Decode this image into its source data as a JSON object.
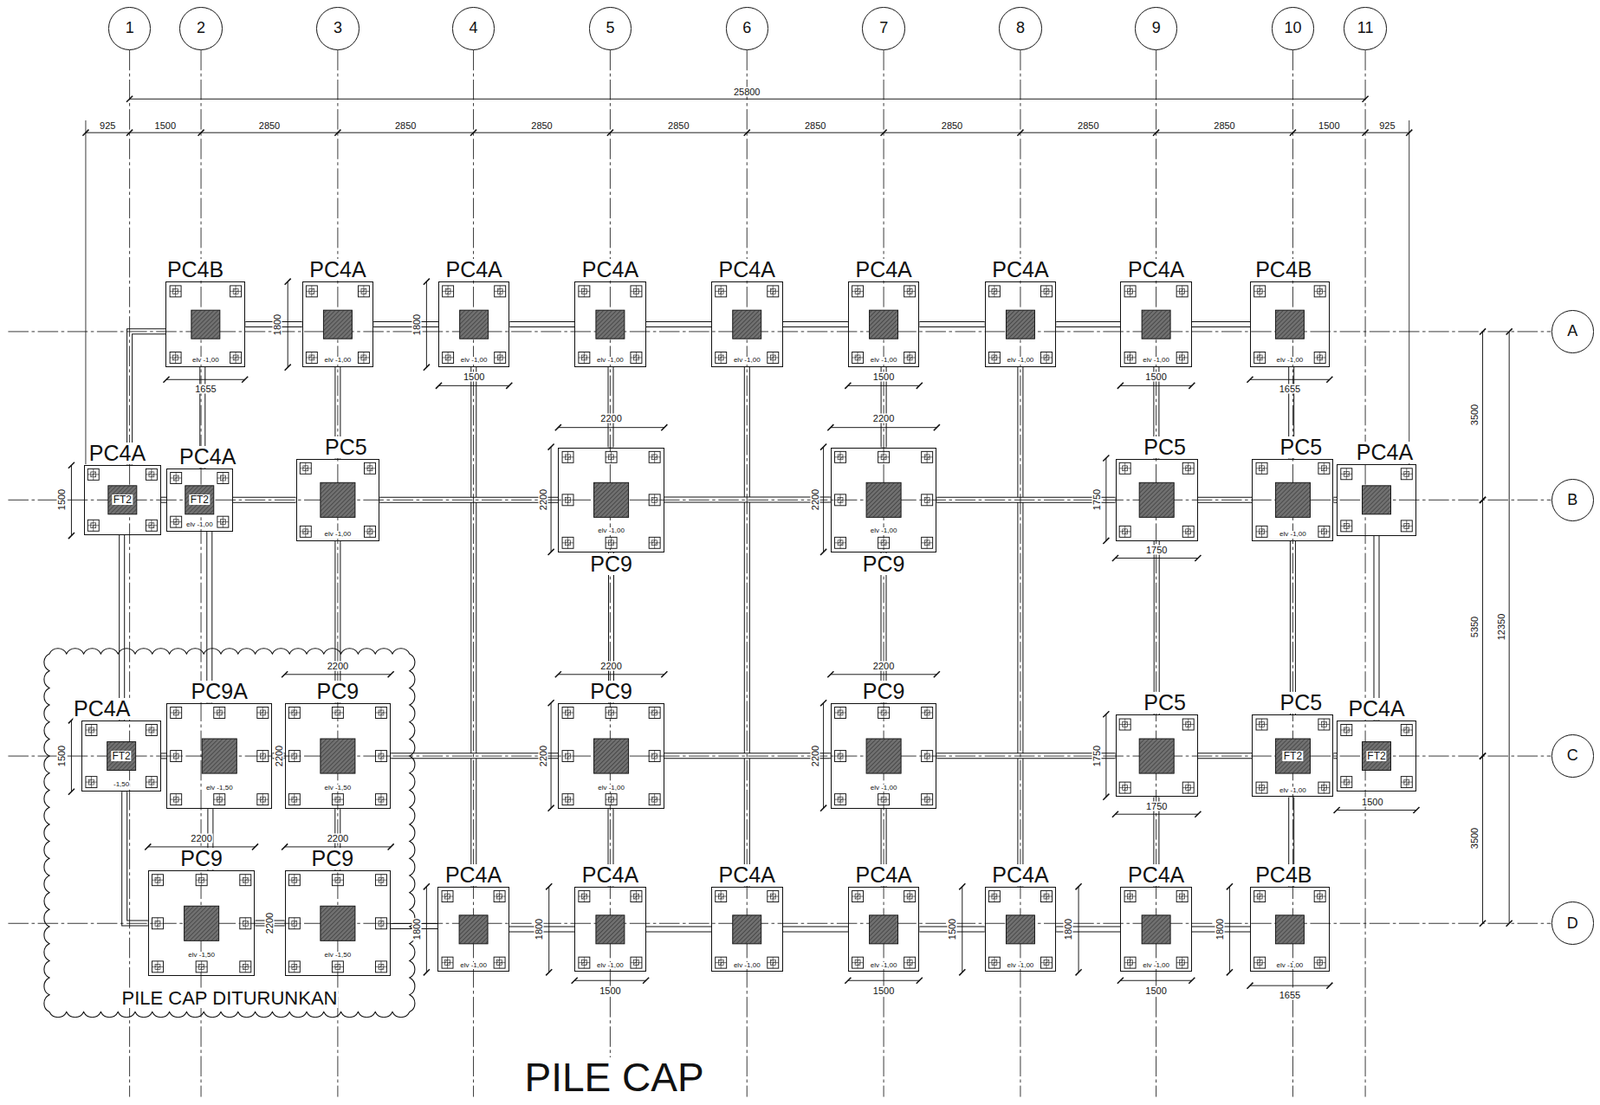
{
  "diagram": {
    "title": "PILE CAP",
    "nodes": [
      {
        "text": [
          "1"
        ]
      },
      {
        "text": [
          "2"
        ]
      },
      {
        "text": [
          "3"
        ]
      },
      {
        "text": [
          "4"
        ]
      },
      {
        "text": [
          "5"
        ]
      },
      {
        "text": [
          "6"
        ]
      },
      {
        "text": [
          "7"
        ]
      },
      {
        "text": [
          "8"
        ]
      },
      {
        "text": [
          "9"
        ]
      },
      {
        "text": [
          "10"
        ]
      },
      {
        "text": [
          "11"
        ]
      },
      {
        "text": [
          "A"
        ]
      },
      {
        "text": [
          "B"
        ]
      },
      {
        "text": [
          "C"
        ]
      },
      {
        "text": [
          "D"
        ]
      },
      {
        "text": [
          "PC4B",
          "elv -1,00"
        ]
      },
      {
        "text": [
          "PC4A",
          "elv -1,00"
        ]
      },
      {
        "text": [
          "PC4A",
          "elv -1,00"
        ]
      },
      {
        "text": [
          "PC4A",
          "elv -1,00"
        ]
      },
      {
        "text": [
          "PC4A",
          "elv -1,00"
        ]
      },
      {
        "text": [
          "PC4A",
          "elv -1,00"
        ]
      },
      {
        "text": [
          "PC4A",
          "elv -1,00"
        ]
      },
      {
        "text": [
          "PC4A",
          "elv -1,00"
        ]
      },
      {
        "text": [
          "PC4B",
          "elv -1,00"
        ]
      },
      {
        "text": [
          "PC4A",
          "FT2"
        ]
      },
      {
        "text": [
          "PC4A",
          "FT2",
          "elv -1,00"
        ]
      },
      {
        "text": [
          "PC5",
          "elv -1,00"
        ]
      },
      {
        "text": [
          "PC9",
          "elv -1,00"
        ]
      },
      {
        "text": [
          "PC9",
          "elv -1,00"
        ]
      },
      {
        "text": [
          "PC5"
        ]
      },
      {
        "text": [
          "PC5",
          "elv -1,00"
        ]
      },
      {
        "text": [
          "PC4A"
        ]
      },
      {
        "text": [
          "PILE CAP DITURUNKAN"
        ]
      },
      {
        "text": [
          "PC4A",
          "FT2",
          "-1,50"
        ],
        "in": 32
      },
      {
        "text": [
          "PC9A",
          "elv -1,50"
        ],
        "in": 32
      },
      {
        "text": [
          "PC9",
          "elv -1,50"
        ],
        "in": 32
      },
      {
        "text": [
          "PC9",
          "elv -1,00"
        ]
      },
      {
        "text": [
          "PC9",
          "elv -1,00"
        ]
      },
      {
        "text": [
          "PC5"
        ]
      },
      {
        "text": [
          "PC5",
          "FT2",
          "elv -1,00"
        ]
      },
      {
        "text": [
          "PC4A",
          "FT2"
        ]
      },
      {
        "text": [
          "PC9",
          "elv -1,50"
        ],
        "in": 32
      },
      {
        "text": [
          "PC9",
          "elv -1,50"
        ],
        "in": 32
      },
      {
        "text": [
          "PC4A",
          "elv -1,00"
        ]
      },
      {
        "text": [
          "PC4A",
          "elv -1,00"
        ]
      },
      {
        "text": [
          "PC4A",
          "elv -1,00"
        ]
      },
      {
        "text": [
          "PC4A",
          "elv -1,00"
        ]
      },
      {
        "text": [
          "PC4A",
          "elv -1,00"
        ]
      },
      {
        "text": [
          "PC4A",
          "elv -1,00"
        ]
      },
      {
        "text": [
          "PC4B",
          "elv -1,00"
        ]
      }
    ],
    "edges": [
      {
        "from": 15,
        "to": 16,
        "arrow": "none"
      },
      {
        "from": 16,
        "to": 17,
        "arrow": "none"
      },
      {
        "from": 17,
        "to": 18,
        "arrow": "none"
      },
      {
        "from": 18,
        "to": 19,
        "arrow": "none"
      },
      {
        "from": 19,
        "to": 20,
        "arrow": "none"
      },
      {
        "from": 20,
        "to": 21,
        "arrow": "none"
      },
      {
        "from": 21,
        "to": 22,
        "arrow": "none"
      },
      {
        "from": 22,
        "to": 23,
        "arrow": "none"
      },
      {
        "from": 15,
        "to": 24,
        "arrow": "none"
      },
      {
        "from": 15,
        "to": 25,
        "arrow": "none"
      },
      {
        "from": 16,
        "to": 26,
        "arrow": "none"
      },
      {
        "from": 17,
        "to": 43,
        "arrow": "none"
      },
      {
        "from": 18,
        "to": 27,
        "arrow": "none"
      },
      {
        "from": 19,
        "to": 45,
        "arrow": "none"
      },
      {
        "from": 20,
        "to": 28,
        "arrow": "none"
      },
      {
        "from": 21,
        "to": 47,
        "arrow": "none"
      },
      {
        "from": 22,
        "to": 29,
        "arrow": "none"
      },
      {
        "from": 23,
        "to": 30,
        "arrow": "none"
      },
      {
        "from": 24,
        "to": 25,
        "arrow": "none"
      },
      {
        "from": 25,
        "to": 26,
        "arrow": "none"
      },
      {
        "from": 26,
        "to": 27,
        "arrow": "none"
      },
      {
        "from": 27,
        "to": 28,
        "arrow": "none"
      },
      {
        "from": 28,
        "to": 29,
        "arrow": "none"
      },
      {
        "from": 29,
        "to": 30,
        "arrow": "none"
      },
      {
        "from": 30,
        "to": 31,
        "arrow": "none"
      },
      {
        "from": 24,
        "to": 33,
        "arrow": "none"
      },
      {
        "from": 25,
        "to": 34,
        "arrow": "none"
      },
      {
        "from": 26,
        "to": 35,
        "arrow": "none"
      },
      {
        "from": 27,
        "to": 36,
        "arrow": "none"
      },
      {
        "from": 28,
        "to": 37,
        "arrow": "none"
      },
      {
        "from": 29,
        "to": 38,
        "arrow": "none"
      },
      {
        "from": 30,
        "to": 39,
        "arrow": "none"
      },
      {
        "from": 31,
        "to": 40,
        "arrow": "none"
      },
      {
        "from": 33,
        "to": 34,
        "arrow": "none"
      },
      {
        "from": 34,
        "to": 35,
        "arrow": "none"
      },
      {
        "from": 35,
        "to": 36,
        "arrow": "none"
      },
      {
        "from": 36,
        "to": 37,
        "arrow": "none"
      },
      {
        "from": 37,
        "to": 38,
        "arrow": "none"
      },
      {
        "from": 38,
        "to": 39,
        "arrow": "none"
      },
      {
        "from": 39,
        "to": 40,
        "arrow": "none"
      },
      {
        "from": 33,
        "to": 41,
        "arrow": "none"
      },
      {
        "from": 34,
        "to": 41,
        "arrow": "none"
      },
      {
        "from": 35,
        "to": 42,
        "arrow": "none"
      },
      {
        "from": 36,
        "to": 44,
        "arrow": "none"
      },
      {
        "from": 37,
        "to": 46,
        "arrow": "none"
      },
      {
        "from": 38,
        "to": 48,
        "arrow": "none"
      },
      {
        "from": 39,
        "to": 49,
        "arrow": "none"
      },
      {
        "from": 41,
        "to": 42,
        "arrow": "none"
      },
      {
        "from": 42,
        "to": 43,
        "arrow": "none"
      },
      {
        "from": 43,
        "to": 44,
        "arrow": "none"
      },
      {
        "from": 44,
        "to": 45,
        "arrow": "none"
      },
      {
        "from": 45,
        "to": 46,
        "arrow": "none"
      },
      {
        "from": 46,
        "to": 47,
        "arrow": "none"
      },
      {
        "from": 47,
        "to": 48,
        "arrow": "none"
      },
      {
        "from": 48,
        "to": 49,
        "arrow": "none"
      }
    ],
    "labels": [
      "25800",
      "925",
      "1500",
      "2850",
      "2850",
      "2850",
      "2850",
      "2850",
      "2850",
      "2850",
      "2850",
      "1500",
      "925",
      "1800",
      "1800",
      "1655",
      "1500",
      "1500",
      "1500",
      "1655",
      "3500",
      "5350",
      "3500",
      "12350",
      "1500",
      "2200",
      "2200",
      "2200",
      "2200",
      "1750",
      "1750",
      "1500",
      "2200",
      "2200",
      "2200",
      "2200",
      "2200",
      "2200",
      "1750",
      "1750",
      "1500",
      "2200",
      "2200",
      "2200",
      "1800",
      "1800",
      "1500",
      "1500",
      "1500",
      "1800",
      "1500",
      "1800",
      "1655"
    ]
  }
}
